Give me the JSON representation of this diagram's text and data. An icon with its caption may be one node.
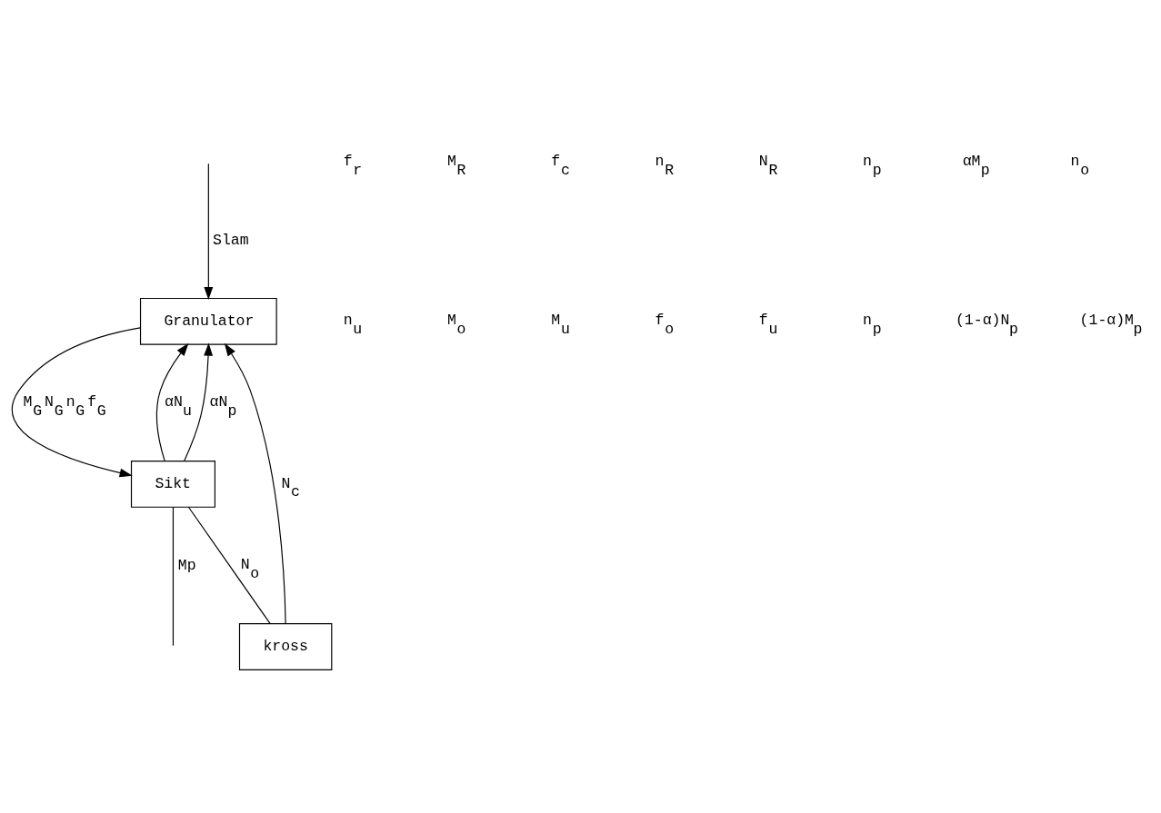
{
  "diagram": {
    "nodes": [
      {
        "text": [
          "Granulator"
        ]
      },
      {
        "text": [
          "kross"
        ]
      },
      {
        "text": [
          "Sikt"
        ]
      }
    ],
    "edges": [
      {
        "from": null,
        "to": 0,
        "arrow": "to",
        "label": "Slam"
      },
      {
        "from": 0,
        "to": 2,
        "arrow": "to",
        "label": "M$_{G}$ N$_{G}$ n$_{G}$ f$_{G}$"
      },
      {
        "from": 2,
        "to": 1,
        "arrow": "none",
        "label": "N$_{o}$"
      },
      {
        "from": 1,
        "to": 0,
        "arrow": "to",
        "label": "N$_{c}$"
      },
      {
        "from": 2,
        "to": 0,
        "arrow": "to",
        "label": "αN$_{u}$"
      },
      {
        "from": 2,
        "to": 0,
        "arrow": "to",
        "label": "αN$_{p}$"
      },
      {
        "from": 2,
        "to": null,
        "arrow": "none",
        "label": "Mp"
      }
    ],
    "labels": [
      "f$_{r}$",
      "M$_{R}$",
      "f$_{c}$",
      "n$_{R}$",
      "N$_{R}$",
      "n$_{p}$",
      "αM$_{p}$",
      "n$_{o}$",
      "n$_{u}$",
      "M$_{o}$",
      "M$_{u}$",
      "f$_{o}$",
      "f$_{u}$",
      "n$_{p}$",
      "(1-α)N$_{p}$",
      "(1-α)M$_{p}$"
    ]
  }
}
